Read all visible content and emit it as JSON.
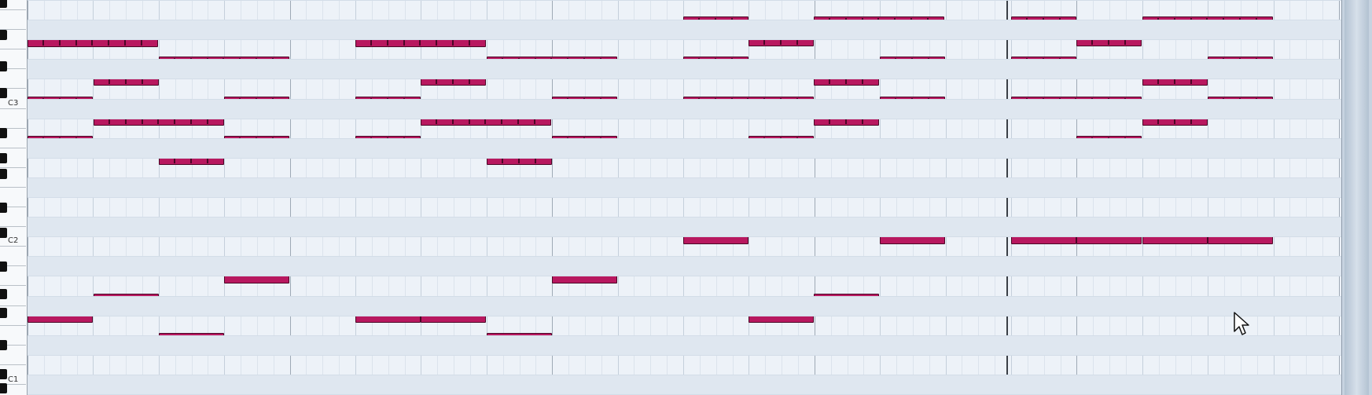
{
  "window": {
    "title": ""
  },
  "keyboard": {
    "octave_labels": [
      "C3",
      "C2",
      "C1"
    ]
  },
  "colors": {
    "note_fill": "#b8185f",
    "note_border": "#4b0626",
    "grid_bg": "#edf2f8"
  },
  "icons": {
    "cursor": "mouse-pointer-icon"
  }
}
